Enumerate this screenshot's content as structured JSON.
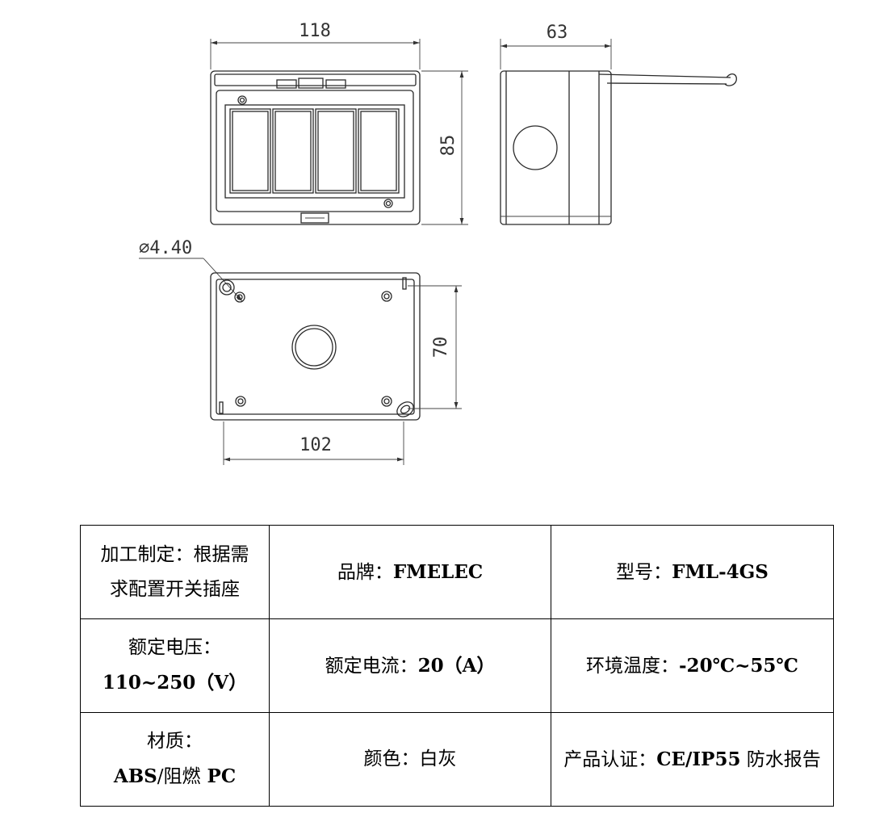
{
  "dimensions": {
    "front_width": "118",
    "side_depth": "63",
    "front_height": "85",
    "hole_diameter": "⌀4.40",
    "mount_height": "70",
    "mount_width": "102"
  },
  "table": {
    "r1": {
      "c1_line1": "加工制定：根据需",
      "c1_line2": "求配置开关插座",
      "c2_label": "品牌：",
      "c2_value": "FMELEC",
      "c3_label": "型号：",
      "c3_value": "FML-4GS"
    },
    "r2": {
      "c1_line1": "额定电压：",
      "c1_value": "110~250",
      "c1_unit": "（V）",
      "c2_label": "额定电流：",
      "c2_value": "20",
      "c2_unit": "（A）",
      "c3_label": "环境温度：",
      "c3_value": "-20℃~55℃"
    },
    "r3": {
      "c1_line1": "材质：",
      "c1_value_a": "ABS",
      "c1_value_b": "/阻燃",
      "c1_value_c": " PC",
      "c2_label": "颜色：",
      "c2_value": "白灰",
      "c3_label": "产品认证：",
      "c3_value": "CE/IP55",
      "c3_suffix": " 防水报告"
    }
  }
}
